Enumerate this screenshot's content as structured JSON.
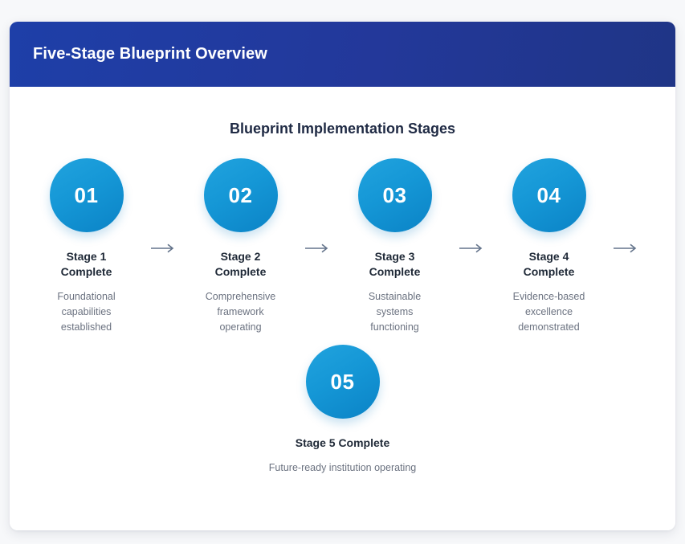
{
  "header": {
    "title": "Five-Stage Blueprint Overview",
    "gradient_from": "#1e3fa8",
    "gradient_to": "#1f3586"
  },
  "main": {
    "section_title": "Blueprint Implementation Stages",
    "circle_gradient_from": "#21a3de",
    "circle_gradient_to": "#0b83c6",
    "label_color": "#1f2937",
    "desc_color": "#6b7280",
    "arrow_color": "#64748b",
    "arrow_glyph": "arrow-right-icon",
    "stages": [
      {
        "number": "01",
        "label": "Stage 1 Complete",
        "description": "Foundational capabilities established"
      },
      {
        "number": "02",
        "label": "Stage 2 Complete",
        "description": "Comprehensive framework operating"
      },
      {
        "number": "03",
        "label": "Stage 3 Complete",
        "description": "Sustainable systems functioning"
      },
      {
        "number": "04",
        "label": "Stage 4 Complete",
        "description": "Evidence-based excellence demonstrated"
      },
      {
        "number": "05",
        "label": "Stage 5 Complete",
        "description": "Future-ready institution operating"
      }
    ]
  }
}
